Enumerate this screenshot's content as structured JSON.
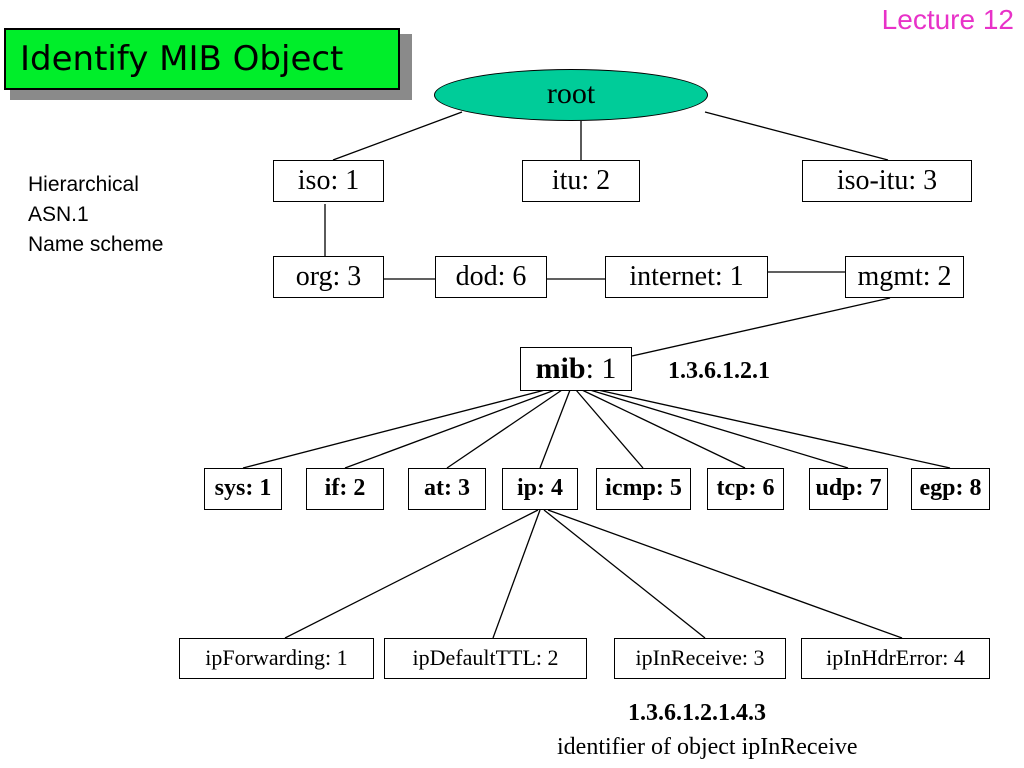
{
  "header": {
    "lecture": "Lecture 12",
    "title": "Identify MIB Object"
  },
  "side_note": {
    "lines": [
      "Hierarchical",
      "ASN.1",
      "Name scheme"
    ]
  },
  "tree": {
    "root": "root",
    "level1": [
      "iso: 1",
      "itu: 2",
      "iso-itu: 3"
    ],
    "level2": [
      "org: 3",
      "dod: 6",
      "internet: 1",
      "mgmt: 2"
    ],
    "mib": {
      "name": "mib",
      "suffix": ": 1",
      "oid": "1.3.6.1.2.1"
    },
    "groups": [
      "sys: 1",
      "if: 2",
      "at: 3",
      "ip: 4",
      "icmp: 5",
      "tcp: 6",
      "udp: 7",
      "egp: 8"
    ],
    "ip_objects": [
      "ipForwarding: 1",
      "ipDefaultTTL: 2",
      "ipInReceive: 3",
      "ipInHdrError: 4"
    ]
  },
  "footer": {
    "oid": "1.3.6.1.2.1.4.3",
    "caption": "identifier of object ipInReceive"
  }
}
